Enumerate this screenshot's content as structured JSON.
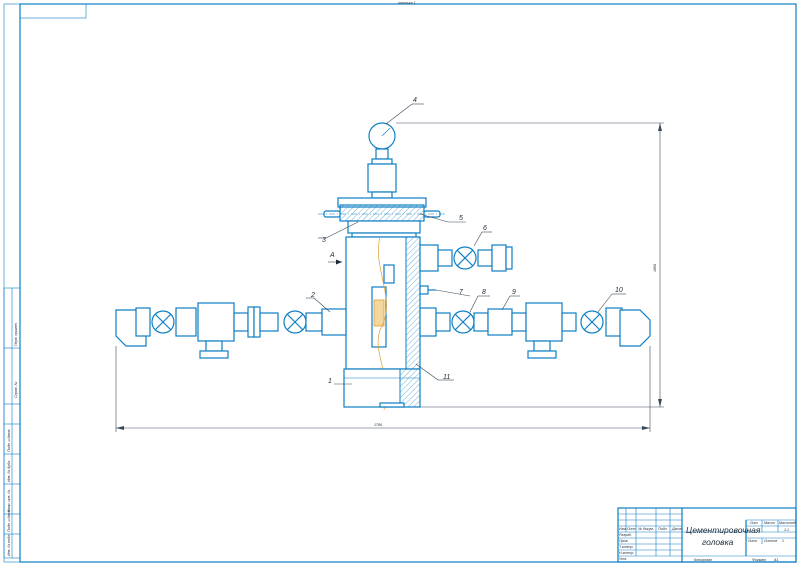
{
  "top_stamp": "шпилька 1",
  "view_label": "А",
  "callouts": [
    "1",
    "2",
    "3",
    "4",
    "5",
    "6",
    "7",
    "8",
    "9",
    "10",
    "11"
  ],
  "dimensions": {
    "width": "1786",
    "height": "1860"
  },
  "title_block": {
    "title_line1": "Цементировочная",
    "title_line2": "головка",
    "col_headers": [
      "Изм.",
      "Лист",
      "№ докум.",
      "Подп.",
      "Дата"
    ],
    "row_labels": [
      "Разраб.",
      "Пров.",
      "Т.контр.",
      "Н.контр.",
      "Утв."
    ],
    "lit_label": "Лит.",
    "mass_label": "Масса",
    "scale_label": "Масштаб",
    "scale_value": "1:1",
    "sheet_label": "Лист",
    "sheets_label": "Листов",
    "sheets_value": "1",
    "copied": "Копировал",
    "format": "Формат",
    "format_value": "А1"
  },
  "side_block": {
    "labels": [
      "Перв. примен.",
      "Справ. №",
      "Подп. и дата",
      "Инв. № дубл.",
      "Взам. инв. №",
      "Подп. и дата",
      "Инв. № подл."
    ]
  },
  "colors": {
    "line": "#0d7fc4",
    "text": "#1d2a36",
    "hatch": "#0d7fc4",
    "accent": "#e0a030"
  }
}
